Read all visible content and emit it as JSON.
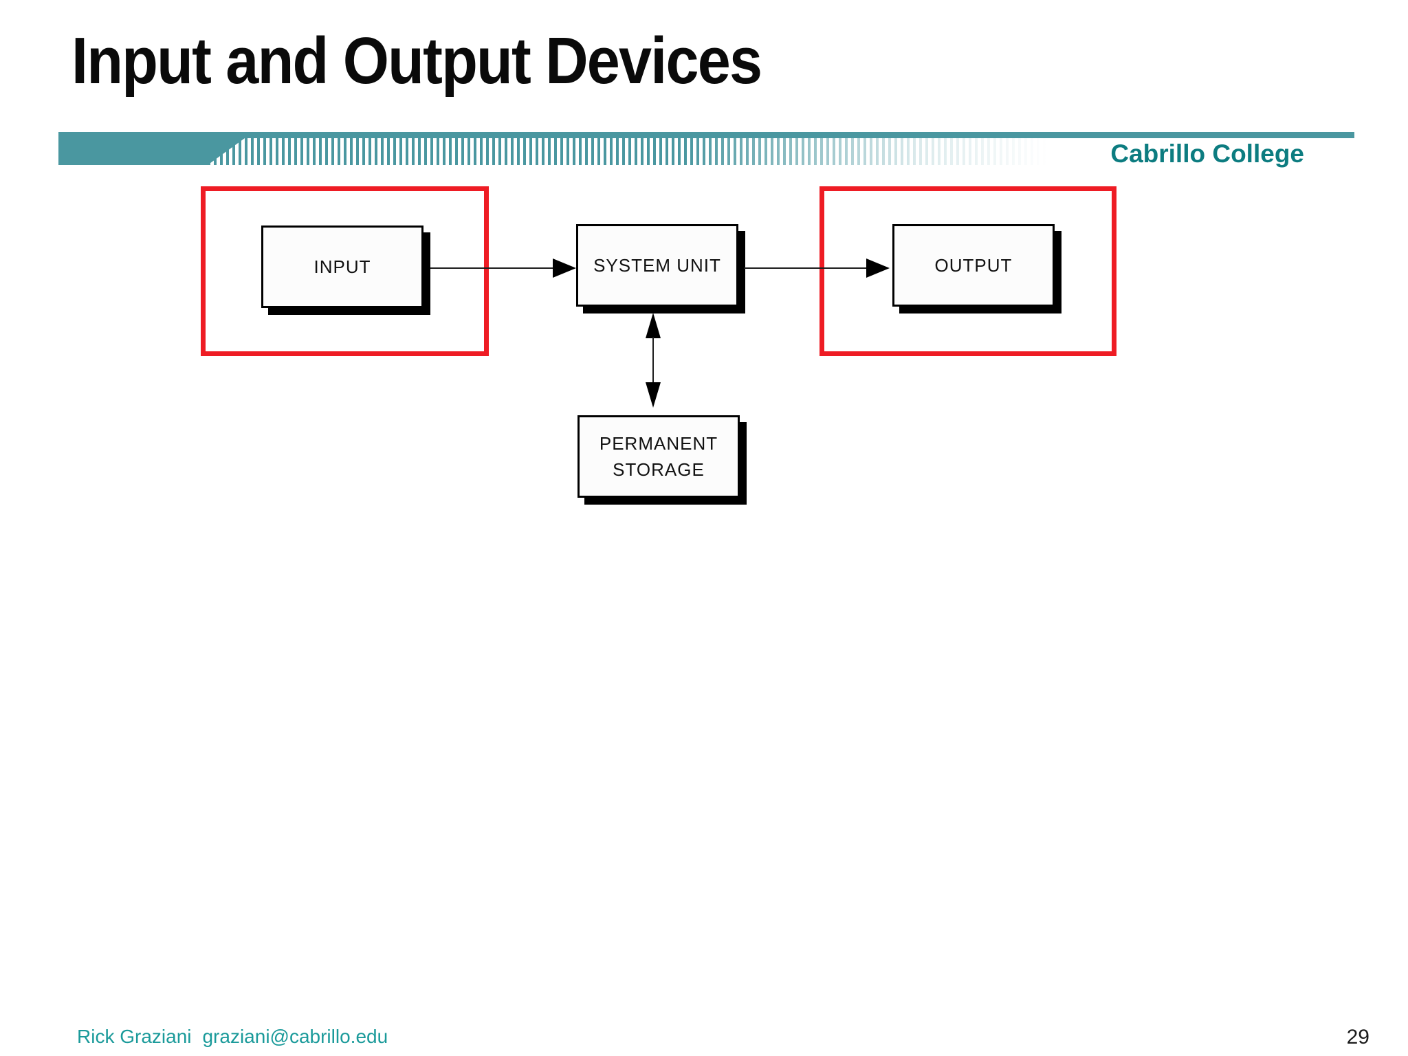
{
  "slide": {
    "title": "Input and Output Devices",
    "page_number": "29",
    "footer": {
      "author": "Rick Graziani",
      "email": "graziani@cabrillo.edu"
    }
  },
  "header": {
    "brand": "Cabrillo College",
    "colors": {
      "band_teal": "#4a97a0",
      "brand_text": "#0c7c80"
    }
  },
  "diagram": {
    "highlight_color": "#ee1c24",
    "box_fill": "#fcfcfc",
    "box_border": "#000000",
    "shadow_color": "#000000",
    "boxes": [
      {
        "id": "input",
        "label": "INPUT",
        "highlighted": true
      },
      {
        "id": "system-unit",
        "label": "SYSTEM UNIT",
        "highlighted": false
      },
      {
        "id": "output",
        "label": "OUTPUT",
        "highlighted": true
      },
      {
        "id": "permanent-storage",
        "label": "PERMANENT STORAGE",
        "lines": [
          "PERMANENT",
          "STORAGE"
        ],
        "highlighted": false
      }
    ],
    "connections": [
      {
        "from": "input",
        "to": "system-unit",
        "type": "arrow-right"
      },
      {
        "from": "system-unit",
        "to": "output",
        "type": "arrow-right"
      },
      {
        "from": "system-unit",
        "to": "permanent-storage",
        "type": "arrow-both-vertical"
      }
    ]
  }
}
